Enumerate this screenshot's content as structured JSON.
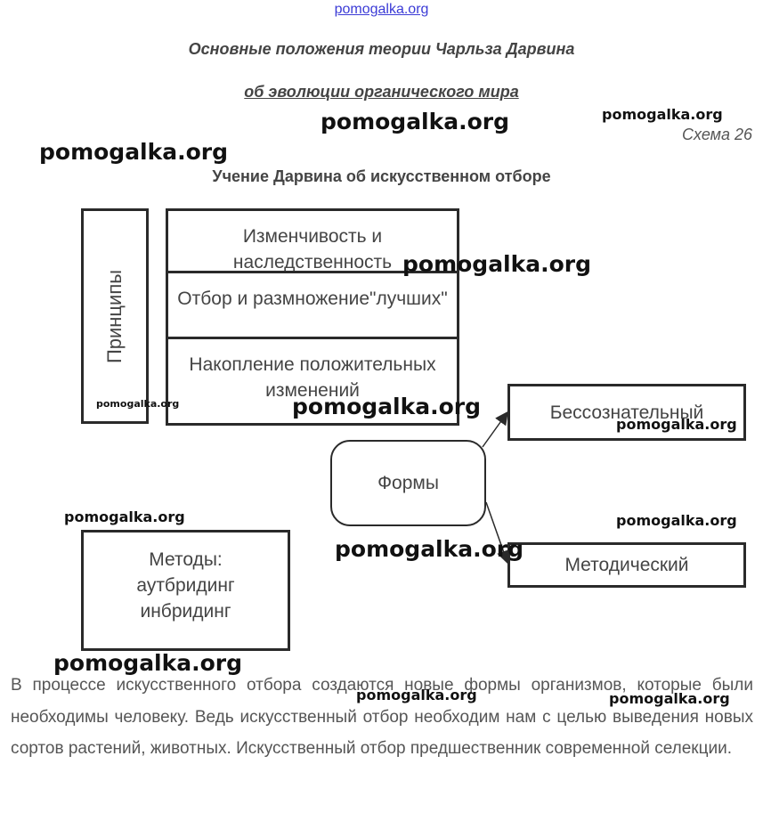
{
  "header": {
    "site_link": "pomogalka.org",
    "title_line1": "Основные положения теории Чарльза Дарвина",
    "title_line2": "об эволюции органического мира",
    "schema_label": "Схема 26",
    "subtitle": "Учение Дарвина об искусственном отборе"
  },
  "diagram": {
    "principles_label": "Принципы",
    "principle_items": [
      "Изменчивость и наследственность",
      "Отбор и размножение\"лучших\"",
      "Накопление положительных изменений"
    ],
    "forms_label": "Формы",
    "form_items": [
      "Бессознательный",
      "Методический"
    ],
    "methods": {
      "title": "Методы:",
      "items": [
        "аутбридинг",
        "инбридинг"
      ]
    }
  },
  "paragraph": "В процессе искусственного отбора создаются новые формы организмов, которые были необходимы человеку. Ведь искусственный отбор необходим нам с целью выведения новых сортов растений, животных. Искусственный отбор предшественник современной селекции.",
  "watermark": "pomogalka.org",
  "colors": {
    "link": "#3b3bd6",
    "border": "#2a2a2a",
    "text": "#444444"
  }
}
